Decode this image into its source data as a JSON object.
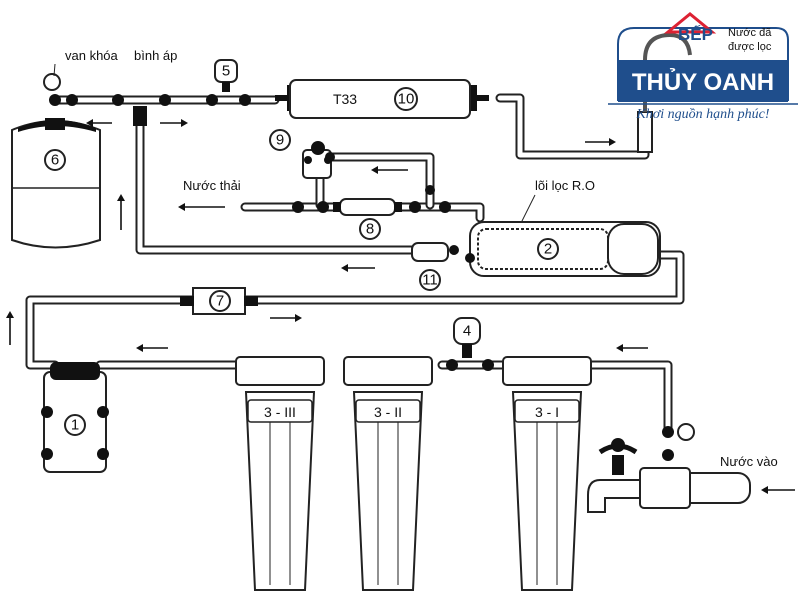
{
  "labels": {
    "van_khoa": "van khóa",
    "binh_ap": "bình áp",
    "nuoc_thai": "Nước thải",
    "loi_loc_ro": "lõi lọc R.O",
    "nuoc_vao": "Nước vào",
    "t33": "T33"
  },
  "numbers": {
    "n1": "1",
    "n2": "2",
    "n3_1": "3 - I",
    "n3_2": "3 - II",
    "n3_3": "3 - III",
    "n4": "4",
    "n5": "5",
    "n6": "6",
    "n7": "7",
    "n8": "8",
    "n9": "9",
    "n10": "10",
    "n11": "11"
  },
  "brand": {
    "prefix": "BẾP",
    "name": "THỦY OANH",
    "slogan": "Khơi nguồn hạnh phúc!",
    "badge_line1": "Nước đã",
    "badge_line2": "được lọc",
    "color": "#1f4e8c"
  }
}
